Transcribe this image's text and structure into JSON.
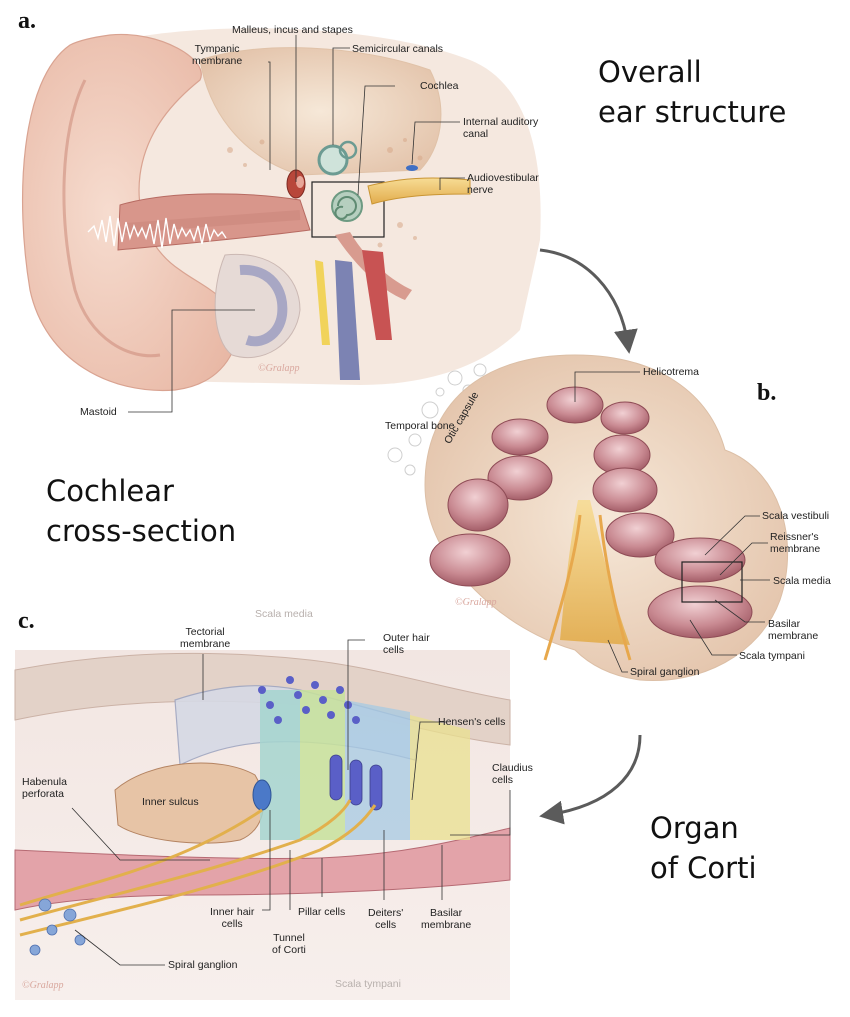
{
  "panels": {
    "a": {
      "letter": "a.",
      "caption": [
        "Overall",
        "ear structure"
      ],
      "labels": {
        "ossicles": "Malleus, incus and stapes",
        "tympanic": [
          "Tympanic",
          "membrane"
        ],
        "semicircular": "Semicircular canals",
        "cochlea": "Cochlea",
        "iac": [
          "Internal auditory",
          "canal"
        ],
        "nerve": [
          "Audiovestibular",
          "nerve"
        ],
        "mastoid": "Mastoid"
      },
      "signature": "©Gralapp"
    },
    "b": {
      "letter": "b.",
      "caption": [
        "Cochlear",
        "cross-section"
      ],
      "labels": {
        "helicotrema": "Helicotrema",
        "temporal_bone": "Temporal bone",
        "otic_capsule": "Otic capsule",
        "scala_vestibuli": "Scala vestibuli",
        "reissner": [
          "Reissner's",
          "membrane"
        ],
        "scala_media": "Scala media",
        "basilar": [
          "Basilar",
          "membrane"
        ],
        "scala_tympani": "Scala tympani",
        "spiral_ganglion": "Spiral ganglion"
      },
      "signature": "©Gralapp"
    },
    "c": {
      "letter": "c.",
      "caption": [
        "Organ",
        "of Corti"
      ],
      "labels": {
        "scala_media_top": "Scala media",
        "tectorial": [
          "Tectorial",
          "membrane"
        ],
        "outer_hair": [
          "Outer hair",
          "cells"
        ],
        "hensen": "Hensen's cells",
        "claudius": [
          "Claudius",
          "cells"
        ],
        "habenula": [
          "Habenula",
          "perforata"
        ],
        "inner_sulcus": "Inner sulcus",
        "inner_hair": [
          "Inner hair",
          "cells"
        ],
        "tunnel": [
          "Tunnel",
          "of Corti"
        ],
        "pillar": "Pillar cells",
        "deiters": [
          "Deiters'",
          "cells"
        ],
        "basilar": [
          "Basilar",
          "membrane"
        ],
        "spiral_ganglion": "Spiral ganglion",
        "scala_tympani_bottom": "Scala tympani"
      },
      "signature": "©Gralapp"
    }
  },
  "colors": {
    "skin": "#f3d2c4",
    "canal": "#d7938a",
    "bone": "#ecd9c3",
    "nerve": "#f3c95a",
    "chamber": "#b86f78",
    "hair_cell": "#5a5fc7",
    "arrow": "#5b5b5b"
  }
}
